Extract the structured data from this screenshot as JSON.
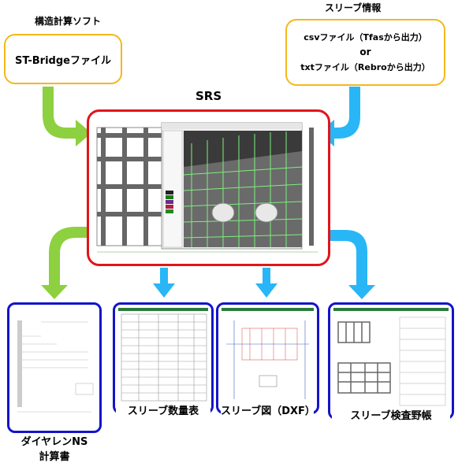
{
  "inputs": {
    "left": {
      "heading": "構造計算ソフト",
      "box_text": "ST-Bridgeファイル",
      "border_color": "#f4b81c"
    },
    "right": {
      "heading": "スリーブ情報",
      "line1": "csvファイル（Tfasから出力）",
      "line2": "or",
      "line3": "txtファイル（Rebroから出力）",
      "border_color": "#f4b81c"
    }
  },
  "center": {
    "title": "SRS",
    "border_color": "#e0151b"
  },
  "outputs": [
    {
      "caption": "ダイヤレンNS\n計算書"
    },
    {
      "caption": "スリーブ数量表"
    },
    {
      "caption": "スリーブ図（DXF）"
    },
    {
      "caption": "スリーブ検査野帳"
    }
  ],
  "colors": {
    "arrow_green": "#8dd040",
    "arrow_blue": "#29b6f6",
    "output_border": "#1414c8"
  }
}
